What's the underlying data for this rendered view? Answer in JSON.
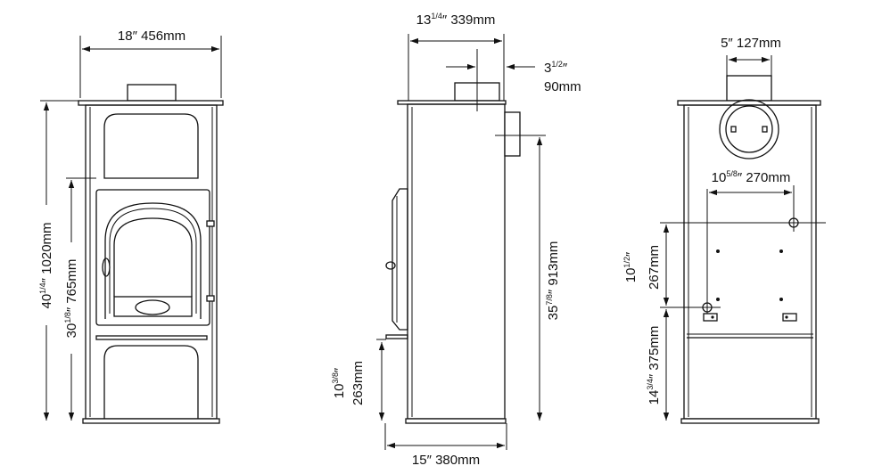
{
  "front_view": {
    "width": {
      "inches": "18″",
      "mm": "456mm"
    },
    "height": {
      "whole": "40",
      "frac": "1/4",
      "unit": "″",
      "mm": "1020mm"
    },
    "door_height": {
      "whole": "30",
      "frac": "1/8",
      "unit": "″",
      "mm": "765mm"
    }
  },
  "side_view": {
    "depth": {
      "whole": "13",
      "frac": "1/4",
      "unit": "″",
      "mm": "339mm"
    },
    "flue_offset": {
      "whole": "3",
      "frac": "1/2",
      "unit": "″",
      "mm": "90mm"
    },
    "rear_outlet_height": {
      "whole": "35",
      "frac": "7/8",
      "unit": "″",
      "mm": "913mm"
    },
    "hearth_height": {
      "whole": "10",
      "frac": "3/8",
      "unit": "″",
      "mm": "263mm"
    },
    "base_depth": {
      "inches": "15″",
      "mm": "380mm"
    }
  },
  "rear_view": {
    "flue_diameter": {
      "inches": "5″",
      "mm": "127mm"
    },
    "hole_spacing": {
      "whole": "10",
      "frac": "5/8",
      "unit": "″",
      "mm": "270mm"
    },
    "hole_vertical": {
      "whole": "10",
      "frac": "1/2",
      "unit": "″",
      "mm": "267mm"
    },
    "hole_height": {
      "whole": "14",
      "frac": "3/4",
      "unit": "″",
      "mm": "375mm"
    }
  }
}
